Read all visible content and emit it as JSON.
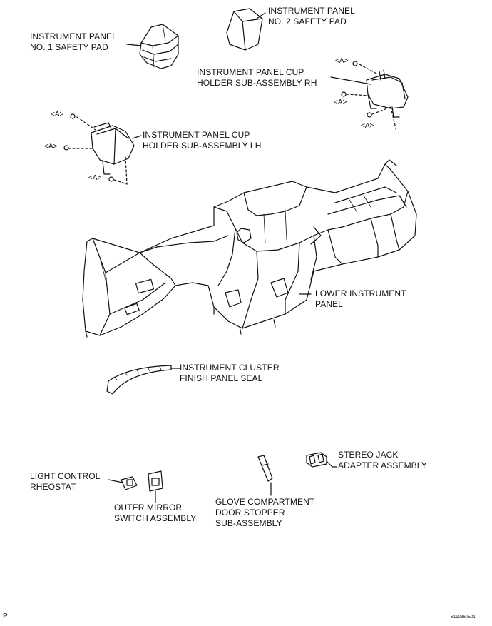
{
  "labels": {
    "pad1": [
      "INSTRUMENT PANEL",
      "NO. 1 SAFETY PAD"
    ],
    "pad2": [
      "INSTRUMENT PANEL",
      "NO. 2 SAFETY PAD"
    ],
    "cup_rh": [
      "INSTRUMENT PANEL CUP",
      "HOLDER SUB-ASSEMBLY RH"
    ],
    "cup_lh": [
      "INSTRUMENT PANEL CUP",
      "HOLDER SUB-ASSEMBLY LH"
    ],
    "lower_panel": [
      "LOWER INSTRUMENT",
      "PANEL"
    ],
    "cluster_seal": [
      "INSTRUMENT CLUSTER",
      "FINISH PANEL SEAL"
    ],
    "stereo_jack": [
      "STEREO JACK",
      "ADAPTER ASSEMBLY"
    ],
    "light_control": [
      "LIGHT CONTROL",
      "RHEOSTAT"
    ],
    "outer_mirror": [
      "OUTER MIRROR",
      "SWITCH ASSEMBLY"
    ],
    "glove_stopper": [
      "GLOVE COMPARTMENT",
      "DOOR STOPPER",
      "SUB-ASSEMBLY"
    ]
  },
  "fastener_marks": [
    "<A>",
    "<A>",
    "<A>",
    "<A>",
    "<A>",
    "<A>"
  ],
  "footer": {
    "page_letter": "P",
    "figure_code": "B132360E01"
  }
}
